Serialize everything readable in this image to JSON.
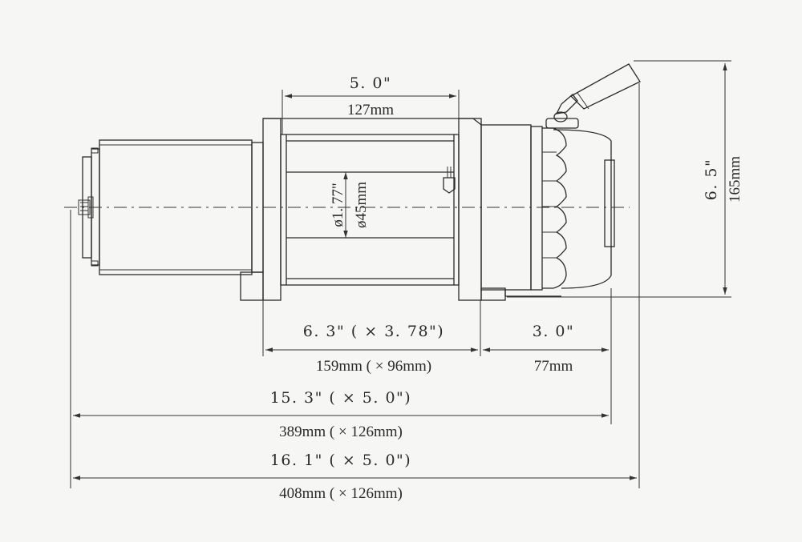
{
  "dimensions": {
    "drum_length_in": "5. 0\"",
    "drum_length_mm": "127mm",
    "drum_dia_in": "ø1. 77\"",
    "drum_dia_mm": "ø45mm",
    "height_in": "6. 5\"",
    "height_mm": "165mm",
    "bolt_span_in": "6. 3\" ( × 3. 78\")",
    "bolt_span_mm": "159mm ( × 96mm)",
    "gearbox_in": "3. 0\"",
    "gearbox_mm": "77mm",
    "body_length_in": "15. 3\" ( × 5. 0\")",
    "body_length_mm": "389mm ( × 126mm)",
    "overall_length_in": "16. 1\" ( × 5. 0\")",
    "overall_length_mm": "408mm ( × 126mm)"
  },
  "colors": {
    "line": "#2b2b2b",
    "background": "#f6f6f4"
  }
}
